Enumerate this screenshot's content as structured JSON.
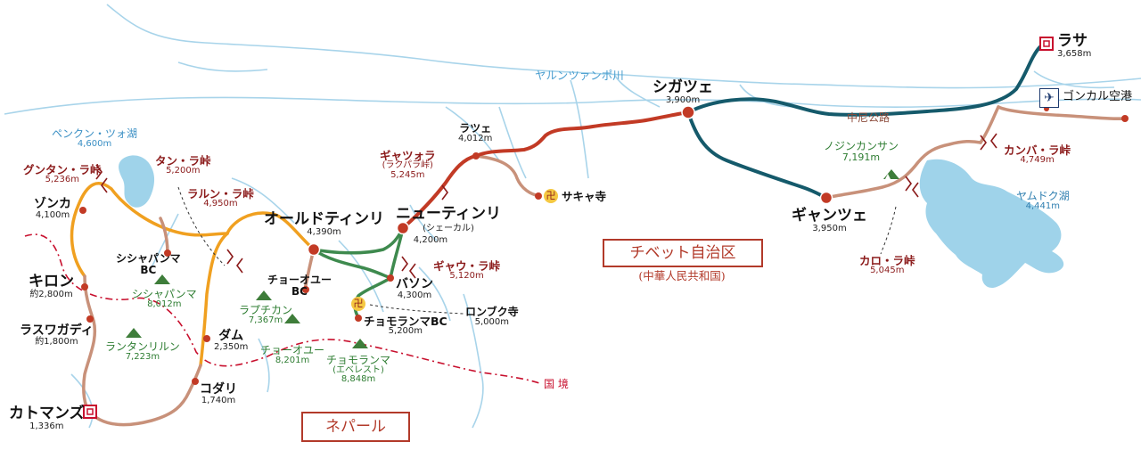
{
  "map": {
    "regions": {
      "tibet": "チベット自治区",
      "tibet_sub": "(中華人民共和国)",
      "nepal": "ネパール"
    },
    "river": "ヤルンツァンポ川",
    "road": "中尼公路",
    "border": "国 境",
    "cities": {
      "lhasa": {
        "name": "ラサ",
        "elev": "3,658m"
      },
      "shigatse": {
        "name": "シガツェ",
        "elev": "3,900m"
      },
      "gyantse": {
        "name": "ギャンツェ",
        "elev": "3,950m"
      },
      "lhatse": {
        "name": "ラツェ",
        "elev": "4,012m"
      },
      "tingri": {
        "name": "ニューティンリ",
        "sub": "(シェーカル)",
        "elev": "4,200m"
      },
      "old_tingri": {
        "name": "オールドティンリ",
        "elev": "4,390m"
      },
      "zongka": {
        "name": "ゾンカ",
        "elev": "4,100m"
      },
      "kyirong": {
        "name": "キロン",
        "elev": "約2,800m"
      },
      "rasuwagadhi": {
        "name": "ラスワガディ",
        "elev": "約1,800m"
      },
      "kathmandu": {
        "name": "カトマンズ",
        "elev": "1,336m"
      },
      "dam": {
        "name": "ダム",
        "elev": "2,350m"
      },
      "kodari": {
        "name": "コダリ",
        "elev": "1,740m"
      },
      "basum": {
        "name": "バソン",
        "elev": "4,300m"
      },
      "cho_oyu_bc": {
        "name": "チョーオユー\nBC"
      },
      "shishapangma_bc": {
        "name": "シシャパンマ\nBC"
      },
      "everest_bc": {
        "name": "チョモランマBC",
        "elev": "5,200m"
      }
    },
    "passes": {
      "gyatso_la": {
        "name": "ギャツォラ",
        "sub": "(ラクパラ峠)",
        "elev": "5,245m"
      },
      "gyau_la": {
        "name": "ギャウ・ラ峠",
        "elev": "5,120m"
      },
      "gungtang_la": {
        "name": "グンタン・ラ峠",
        "elev": "5,236m"
      },
      "tong_la": {
        "name": "タン・ラ峠",
        "elev": "5,200m"
      },
      "lalung_la": {
        "name": "ラルン・ラ峠",
        "elev": "4,950m"
      },
      "kamba_la": {
        "name": "カンバ・ラ峠",
        "elev": "4,749m"
      },
      "karo_la": {
        "name": "カロ・ラ峠",
        "elev": "5,045m"
      }
    },
    "peaks": {
      "nojin": {
        "name": "ノジンカンサン",
        "elev": "7,191m"
      },
      "shishapangma": {
        "name": "シシャパンマ",
        "elev": "8,012m"
      },
      "langtang": {
        "name": "ランタンリルン",
        "elev": "7,223m"
      },
      "labuche": {
        "name": "ラプチカン",
        "elev": "7,367m"
      },
      "cho_oyu": {
        "name": "チョーオユー",
        "elev": "8,201m"
      },
      "everest": {
        "name": "チョモランマ",
        "sub": "(エベレスト)",
        "elev": "8,848m"
      }
    },
    "lakes": {
      "peiku": {
        "name": "ペンクン・ツォ湖",
        "elev": "4,600m"
      },
      "yamdrok": {
        "name": "ヤムドク湖",
        "elev": "4,441m"
      }
    },
    "temples": {
      "sakya": "サキャ寺",
      "rongbuk": {
        "name": "ロンブク寺",
        "elev": "5,000m"
      }
    },
    "airport": "ゴンカル空港",
    "colors": {
      "route_teal": "#155a6b",
      "route_red": "#c23a25",
      "route_tan": "#c8917a",
      "route_orange": "#f0a020",
      "route_green": "#3e8a4e",
      "river": "#a8d4ea",
      "lake": "#9fd3ea",
      "border": "#c8102e"
    }
  }
}
